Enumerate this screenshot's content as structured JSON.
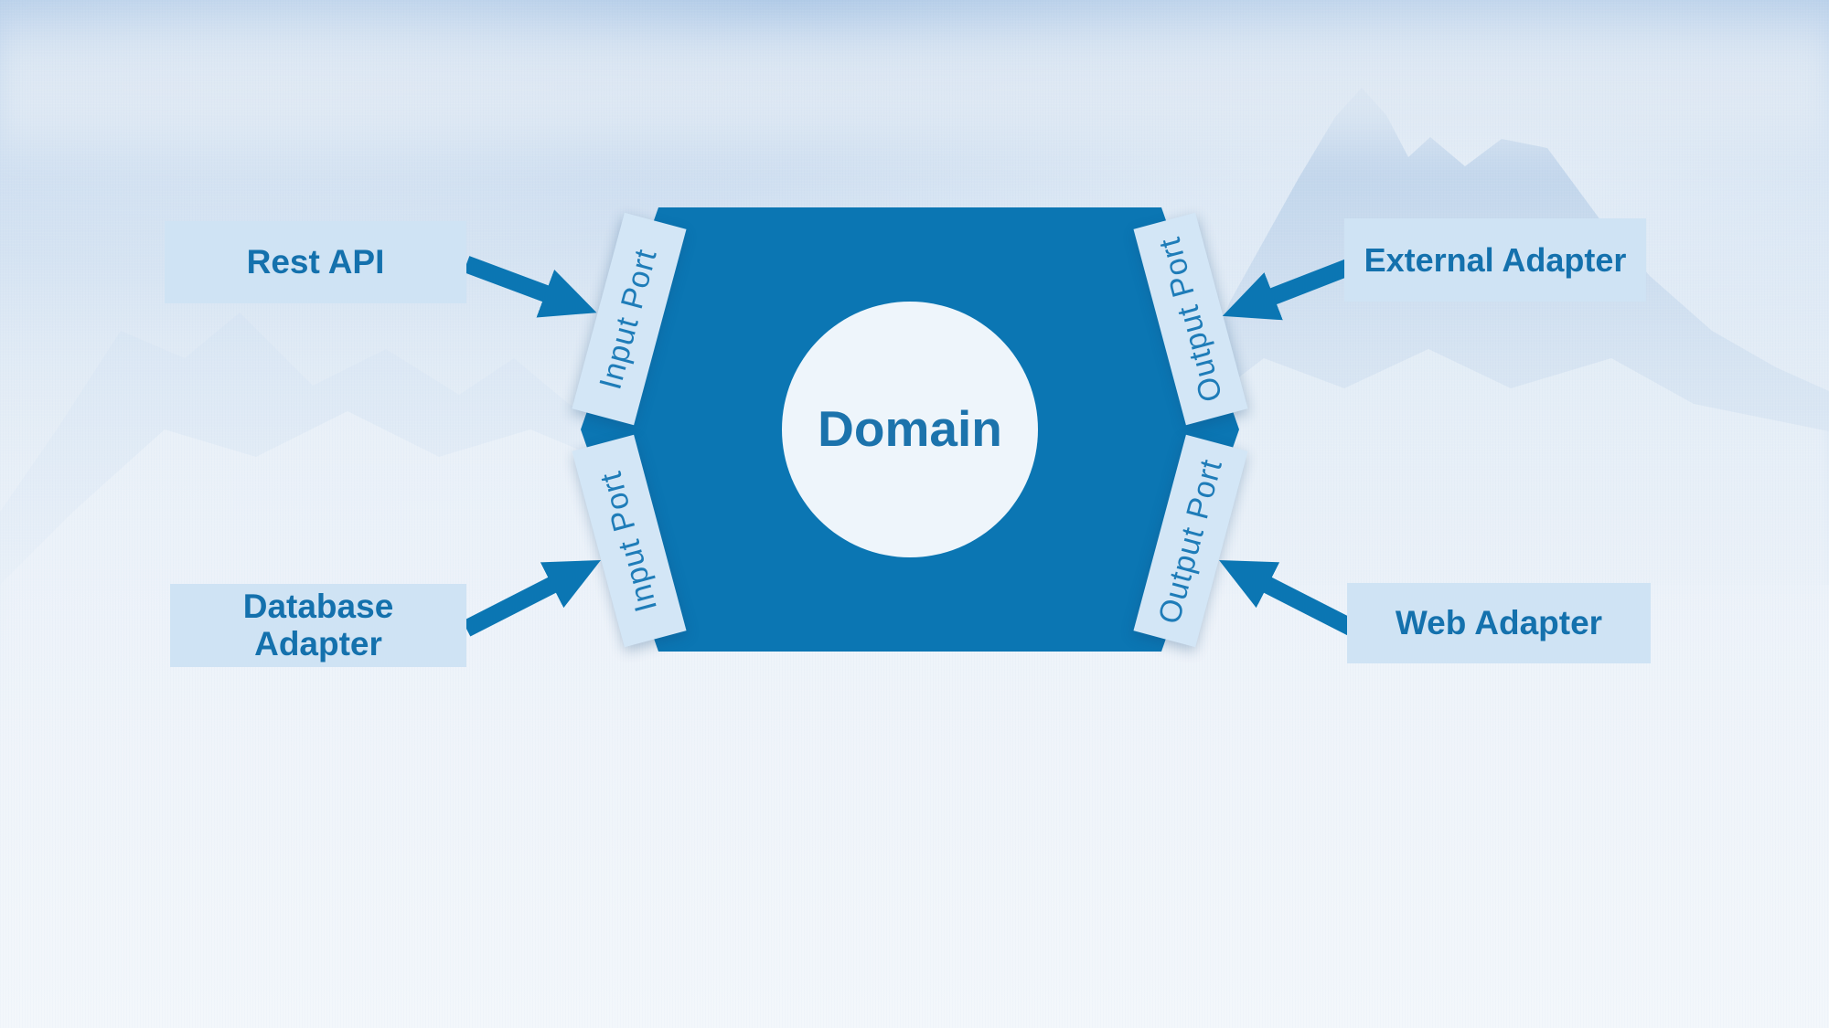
{
  "diagram": {
    "domain": {
      "label": "Domain"
    },
    "ports": [
      {
        "id": "input-port-top-left",
        "label": "Input Port"
      },
      {
        "id": "input-port-bottom-left",
        "label": "Input Port"
      },
      {
        "id": "output-port-top-right",
        "label": "Output Port"
      },
      {
        "id": "output-port-bottom-right",
        "label": "Output Port"
      }
    ],
    "adapters": [
      {
        "id": "rest-api",
        "lines": [
          "Rest API"
        ]
      },
      {
        "id": "database-adapter",
        "lines": [
          "Database",
          "Adapter"
        ]
      },
      {
        "id": "external-adapter",
        "lines": [
          "External Adapter"
        ]
      },
      {
        "id": "web-adapter",
        "lines": [
          "Web Adapter"
        ]
      }
    ]
  },
  "colors": {
    "primary": "#0b76b3",
    "adapter-bg": "#cfe3f4",
    "adapter-text": "#1471ad",
    "label-bg": "#d3e6f6",
    "port-text": "#1e7cb8",
    "circle-bg": "#eef5fb",
    "domain-text": "#1c73ac"
  }
}
